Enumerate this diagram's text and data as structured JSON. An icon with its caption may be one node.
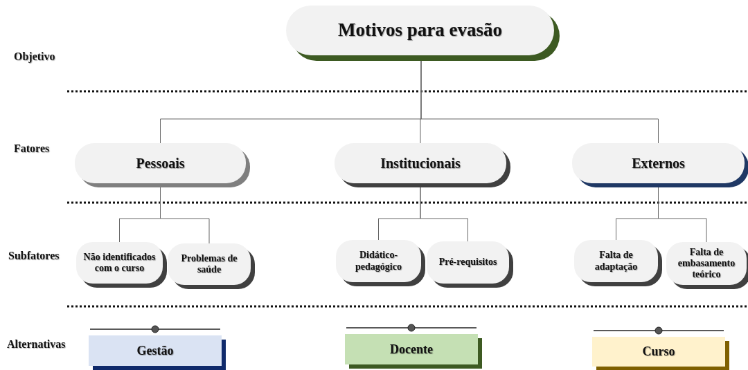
{
  "diagram": {
    "nodes": [
      {
        "text": [
          "Motivos para evasão"
        ]
      },
      {
        "text": [
          "Pessoais"
        ]
      },
      {
        "text": [
          "Institucionais"
        ]
      },
      {
        "text": [
          "Externos"
        ]
      },
      {
        "text": [
          "Não identificados com o  curso"
        ]
      },
      {
        "text": [
          "Problemas de saúde"
        ]
      },
      {
        "text": [
          "Didático-pedagógico"
        ]
      },
      {
        "text": [
          "Pré-requisitos"
        ]
      },
      {
        "text": [
          "Falta de adaptação"
        ]
      },
      {
        "text": [
          "Falta de embasamento teórico"
        ]
      },
      {
        "text": [
          "Gestão"
        ]
      },
      {
        "text": [
          "Docente"
        ]
      },
      {
        "text": [
          "Curso"
        ]
      }
    ],
    "edges": [
      {
        "from": 0,
        "to": 1,
        "arrow": "none"
      },
      {
        "from": 0,
        "to": 2,
        "arrow": "none"
      },
      {
        "from": 0,
        "to": 3,
        "arrow": "none"
      },
      {
        "from": 1,
        "to": 4,
        "arrow": "none"
      },
      {
        "from": 1,
        "to": 5,
        "arrow": "none"
      },
      {
        "from": 2,
        "to": 6,
        "arrow": "none"
      },
      {
        "from": 2,
        "to": 7,
        "arrow": "none"
      },
      {
        "from": 3,
        "to": 8,
        "arrow": "none"
      },
      {
        "from": 3,
        "to": 9,
        "arrow": "none"
      }
    ],
    "labels": [
      "Objetivo",
      "Fatores",
      "Subfatores",
      "Alternativas"
    ]
  }
}
